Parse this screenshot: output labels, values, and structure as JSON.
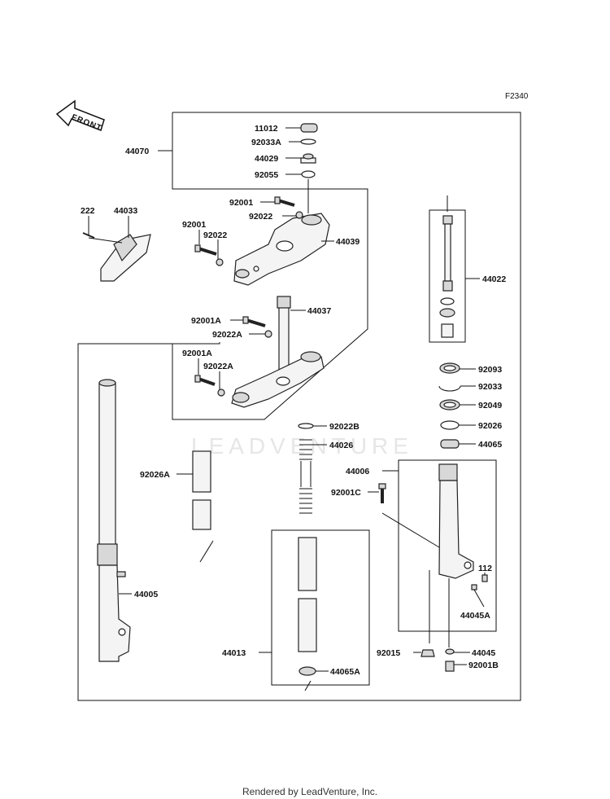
{
  "diagram_code": "F2340",
  "front_label": "FRONT",
  "watermark": "LEADVENTURE",
  "footer": "Rendered by LeadVenture, Inc.",
  "labels": [
    {
      "id": "11012",
      "text": "11012"
    },
    {
      "id": "92033A",
      "text": "92033A"
    },
    {
      "id": "44029",
      "text": "44029"
    },
    {
      "id": "92055",
      "text": "92055"
    },
    {
      "id": "44070",
      "text": "44070"
    },
    {
      "id": "92001-top",
      "text": "92001"
    },
    {
      "id": "92022-top",
      "text": "92022"
    },
    {
      "id": "44039",
      "text": "44039"
    },
    {
      "id": "222",
      "text": "222"
    },
    {
      "id": "44033",
      "text": "44033"
    },
    {
      "id": "92001-left",
      "text": "92001"
    },
    {
      "id": "92022-left",
      "text": "92022"
    },
    {
      "id": "44022",
      "text": "44022"
    },
    {
      "id": "92001A-1",
      "text": "92001A"
    },
    {
      "id": "44037",
      "text": "44037"
    },
    {
      "id": "92022A-1",
      "text": "92022A"
    },
    {
      "id": "92001A-2",
      "text": "92001A"
    },
    {
      "id": "92022A-2",
      "text": "92022A"
    },
    {
      "id": "92093",
      "text": "92093"
    },
    {
      "id": "92033",
      "text": "92033"
    },
    {
      "id": "92049",
      "text": "92049"
    },
    {
      "id": "92022B",
      "text": "92022B"
    },
    {
      "id": "92026",
      "text": "92026"
    },
    {
      "id": "44026",
      "text": "44026"
    },
    {
      "id": "44065",
      "text": "44065"
    },
    {
      "id": "92026A",
      "text": "92026A"
    },
    {
      "id": "44006",
      "text": "44006"
    },
    {
      "id": "92001C",
      "text": "92001C"
    },
    {
      "id": "112",
      "text": "112"
    },
    {
      "id": "44005",
      "text": "44005"
    },
    {
      "id": "44045A",
      "text": "44045A"
    },
    {
      "id": "44013",
      "text": "44013"
    },
    {
      "id": "92015",
      "text": "92015"
    },
    {
      "id": "44045",
      "text": "44045"
    },
    {
      "id": "92001B",
      "text": "92001B"
    },
    {
      "id": "44065A",
      "text": "44065A"
    }
  ]
}
